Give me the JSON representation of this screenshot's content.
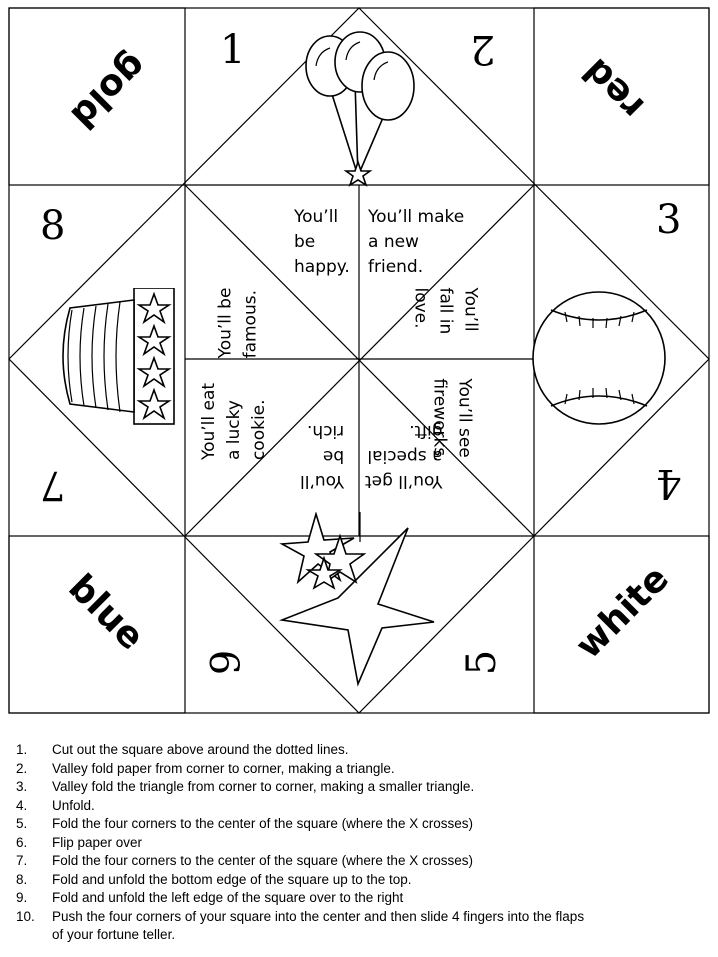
{
  "corner_colors": {
    "top_left": "gold",
    "top_right": "red",
    "bottom_left": "blue",
    "bottom_right": "white"
  },
  "numbers": {
    "n1": "1",
    "n2": "2",
    "n3": "3",
    "n4": "4",
    "n5": "5",
    "n6": "6",
    "n7": "7",
    "n8": "8"
  },
  "fortunes": {
    "happy": "You’ll\nbe\nhappy.",
    "friend": "You’ll make\na new\nfriend.",
    "love": "You’ll\nfall in\nlove.",
    "fireworks": "You’ll see\nfireworks.",
    "gift": "You’ll get\na special\ngift.",
    "rich": "You’ll\nbe\nrich.",
    "cookie": "You’ll eat\na lucky\ncookie.",
    "famous": "You’ll be\nfamous."
  },
  "pictures": {
    "top": "balloons-icon",
    "right": "baseball-icon",
    "bottom": "stars-icon",
    "left": "top-hat-icon"
  },
  "instructions": [
    {
      "num": "1.",
      "text": "Cut out the square above around the dotted lines."
    },
    {
      "num": "2.",
      "text": "Valley fold paper from corner to corner, making a triangle."
    },
    {
      "num": "3.",
      "text": "Valley fold the triangle from corner to corner, making a smaller triangle."
    },
    {
      "num": "4.",
      "text": "Unfold."
    },
    {
      "num": "5.",
      "text": "Fold the four corners to the center of the square (where the X crosses)"
    },
    {
      "num": "6.",
      "text": "Flip paper over"
    },
    {
      "num": "7.",
      "text": "Fold the four corners to the center of the square (where the X crosses)"
    },
    {
      "num": "8.",
      "text": "Fold and unfold the bottom edge of the square up to the top."
    },
    {
      "num": "9.",
      "text": "Fold and unfold the left edge of the square over to the right"
    },
    {
      "num": "10.",
      "text": "Push the four corners of your square into the center and then slide 4 fingers into the flaps\nof your fortune teller."
    }
  ]
}
